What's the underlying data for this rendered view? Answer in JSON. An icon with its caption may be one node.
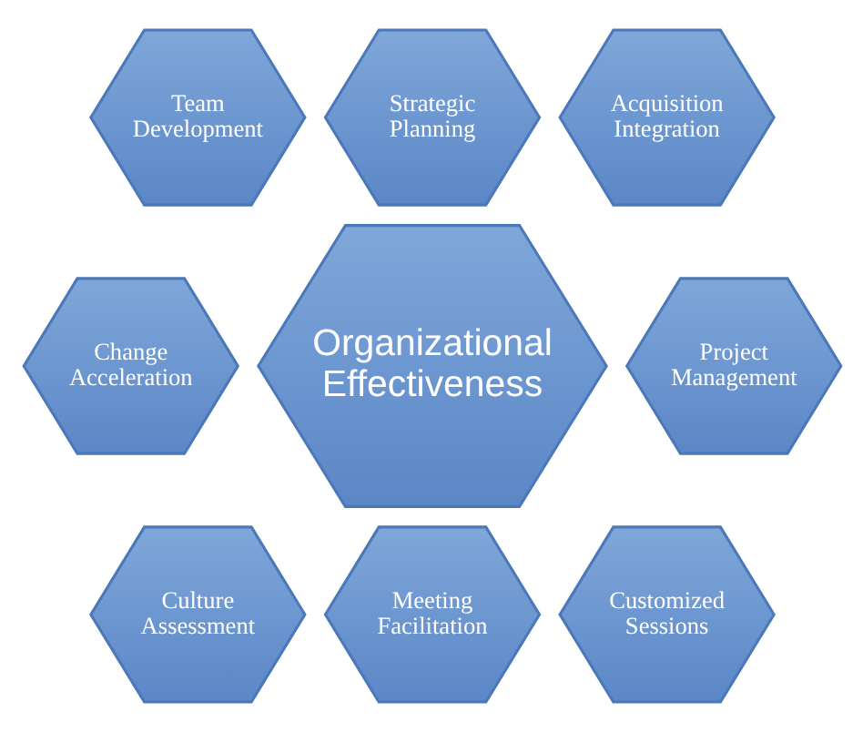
{
  "diagram": {
    "nodes": [
      {
        "text": [
          "Team Development"
        ]
      },
      {
        "text": [
          "Strategic Planning"
        ]
      },
      {
        "text": [
          "Acquisition Integration"
        ]
      },
      {
        "text": [
          "Change Acceleration"
        ]
      },
      {
        "text": [
          "Organizational Effectiveness"
        ]
      },
      {
        "text": [
          "Project Management"
        ]
      },
      {
        "text": [
          "Culture Assessment"
        ]
      },
      {
        "text": [
          "Meeting Facilitation"
        ]
      },
      {
        "text": [
          "Customized Sessions"
        ]
      }
    ]
  }
}
